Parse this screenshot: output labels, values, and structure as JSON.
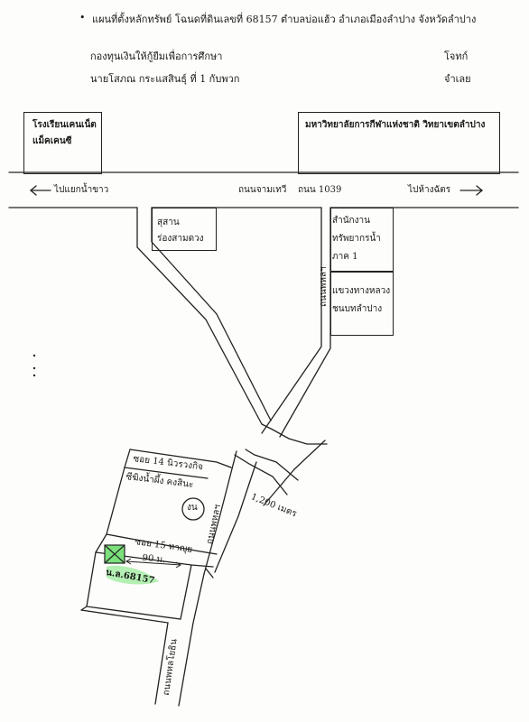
{
  "header": {
    "title": "แผนที่ตั้งหลักทรัพย์  โฉนดที่ดินเลขที่  68157  ตำบลบ่อแฮ้ว  อำเภอเมืองลำปาง  จังหวัดลำปาง",
    "plaintiff_label": "กองทุนเงินให้กู้ยืมเพื่อการศึกษา",
    "plaintiff_role": "โจทก์",
    "defendant_label": "นายโสภณ  กระแสสินธุ์  ที่ 1  กับพวก",
    "defendant_role": "จำเลย"
  },
  "map": {
    "school_name": "โรงเรียนเคนเน็ต แม็คเคนซี",
    "school_line1": "โรงเรียนเคนเน็ต",
    "school_line2": "แม็คเคนซี",
    "university_name": "มหาวิทยาลัยการกีฬาแห่งชาติ  วิทยาเขตลำปาง",
    "left_direction": "ไปแยกน้ำขาว",
    "right_direction": "ไปห้างฉัตร",
    "main_road": "ถนนจามเทวี  ถนน 1039",
    "main_road_name": "ถนนจามเทวี",
    "main_road_number": "ถนน 1039",
    "cemetery_line1": "สุสาน",
    "cemetery_line2": "ร่องสามดวง",
    "water_office_line1": "สำนักงาน",
    "water_office_line2": "ทรัพยากรน้ำ",
    "water_office_line3": "ภาค 1",
    "highway_office_line1": "แขวงทางหลวง",
    "highway_office_line2": "ชนบทลำปาง",
    "side_road_upper": "ถนนพหลฯ",
    "side_road_lower": "ถนนพหลฯ",
    "bottom_road": "ถนนพหลโยธิน",
    "soi_14": "ซอย 14 นิวรวงกิจ",
    "soi_14_sub": "ซีฆิงน้ำผึ้ง คงสินะ",
    "soi_14_circle": "งน",
    "soi_15": "ซอย 15 หาญุย",
    "distance_soi": "90 ม.",
    "distance_main": "1,200 เมตร",
    "deed_number": "น.ล.68157",
    "highlight_color": "#7be07b"
  }
}
